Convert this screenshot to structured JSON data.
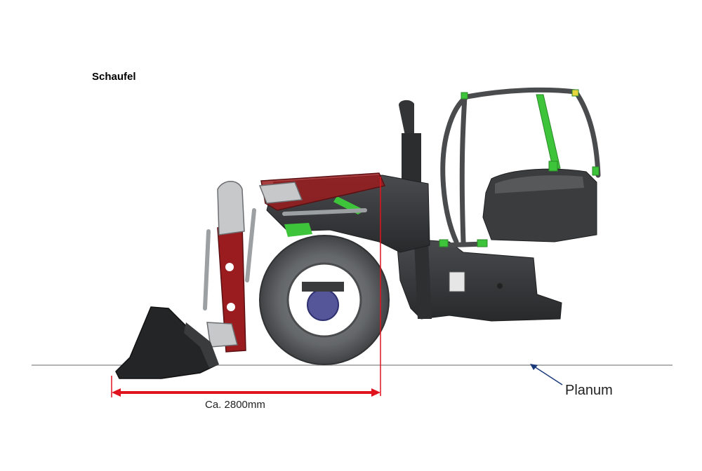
{
  "diagram": {
    "title": "Schaufel",
    "dimension_label": "Ca. 2800mm",
    "ground_label": "Planum",
    "colors": {
      "dimension": "#e0141e",
      "boom": "#9a1c1f",
      "machine_dark": "#3a3b3d",
      "tire": "#5a5d60",
      "steel": "#c6c8ca",
      "accent_green": "#3ec43a",
      "ground": "#9a9a9a",
      "leader": "#1b3a7a"
    }
  }
}
